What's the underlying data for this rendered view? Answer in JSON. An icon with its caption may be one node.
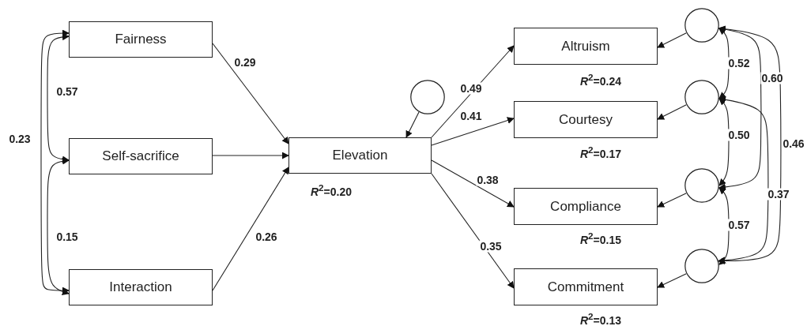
{
  "diagram": {
    "nodes": [
      {
        "text": [
          "Fairness"
        ]
      },
      {
        "text": [
          "Self-sacrifice"
        ]
      },
      {
        "text": [
          "Interaction"
        ]
      },
      {
        "text": [],
        "shape": "circle"
      },
      {
        "text": [
          "Elevation"
        ],
        "beside": [
          "*R*$^{2}$=0.20"
        ]
      },
      {
        "text": [
          "Altruism"
        ],
        "beside": [
          "*R*$^{2}$=0.24"
        ]
      },
      {
        "text": [
          "Courtesy"
        ],
        "beside": [
          "*R*$^{2}$=0.17"
        ]
      },
      {
        "text": [
          "Compliance"
        ],
        "beside": [
          "*R*$^{2}$=0.15"
        ]
      },
      {
        "text": [
          "Commitment"
        ],
        "beside": [
          "*R*$^{2}$=0.13"
        ]
      },
      {
        "text": [],
        "shape": "circle"
      },
      {
        "text": [],
        "shape": "circle"
      },
      {
        "text": [],
        "shape": "circle"
      },
      {
        "text": [],
        "shape": "circle"
      }
    ],
    "edges": [
      {
        "from": 0,
        "to": 1,
        "arrow": "both",
        "label": "0.57"
      },
      {
        "from": 0,
        "to": 2,
        "arrow": "both",
        "label": "0.23"
      },
      {
        "from": 1,
        "to": 2,
        "arrow": "both",
        "label": "0.15"
      },
      {
        "from": 0,
        "to": 4,
        "arrow": "to",
        "label": "0.29"
      },
      {
        "from": 1,
        "to": 4,
        "arrow": "to"
      },
      {
        "from": 2,
        "to": 4,
        "arrow": "to",
        "label": "0.26"
      },
      {
        "from": 3,
        "to": 4,
        "arrow": "to"
      },
      {
        "from": 4,
        "to": 5,
        "arrow": "to",
        "label": "0.49"
      },
      {
        "from": 4,
        "to": 6,
        "arrow": "to",
        "label": "0.41"
      },
      {
        "from": 4,
        "to": 7,
        "arrow": "to",
        "label": "0.38"
      },
      {
        "from": 4,
        "to": 8,
        "arrow": "to",
        "label": "0.35"
      },
      {
        "from": 9,
        "to": 5,
        "arrow": "to"
      },
      {
        "from": 10,
        "to": 6,
        "arrow": "to"
      },
      {
        "from": 11,
        "to": 7,
        "arrow": "to"
      },
      {
        "from": 12,
        "to": 8,
        "arrow": "to"
      },
      {
        "from": 9,
        "to": 10,
        "arrow": "both",
        "label": "0.52"
      },
      {
        "from": 9,
        "to": 11,
        "arrow": "both",
        "label": "0.60"
      },
      {
        "from": 9,
        "to": 12,
        "arrow": "both",
        "label": "0.46"
      },
      {
        "from": 10,
        "to": 11,
        "arrow": "both",
        "label": "0.50"
      },
      {
        "from": 10,
        "to": 12,
        "arrow": "both",
        "label": "0.37"
      },
      {
        "from": 11,
        "to": 12,
        "arrow": "both",
        "label": "0.57"
      }
    ]
  }
}
